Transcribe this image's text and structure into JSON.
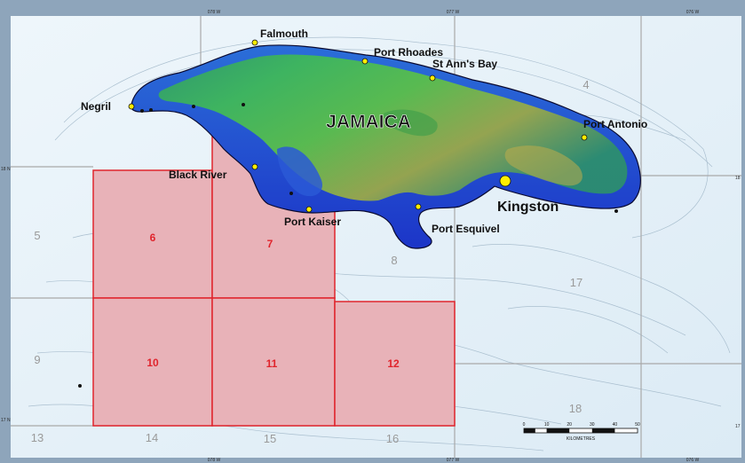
{
  "map": {
    "title": "JAMAICA",
    "grid_labels": {
      "top": [
        "078 W",
        "077 W",
        "076 W"
      ],
      "bottom": [
        "078 W",
        "077 W",
        "076 W"
      ],
      "left": [
        "18 N",
        "17 N"
      ],
      "right": [
        "18",
        "17"
      ]
    },
    "places": [
      {
        "name": "Falmouth"
      },
      {
        "name": "Port Rhoades"
      },
      {
        "name": "St Ann's Bay"
      },
      {
        "name": "Negril"
      },
      {
        "name": "Port Antonio"
      },
      {
        "name": "Black River"
      },
      {
        "name": "Kingston"
      },
      {
        "name": "Port Kaiser"
      },
      {
        "name": "Port Esquivel"
      }
    ],
    "block_labels": {
      "highlighted": [
        "6",
        "7",
        "10",
        "11",
        "12"
      ],
      "other": [
        "4",
        "5",
        "8",
        "9",
        "13",
        "14",
        "15",
        "16",
        "17",
        "18"
      ]
    },
    "scale_bar": {
      "ticks": [
        "0",
        "10",
        "20",
        "30",
        "40",
        "50"
      ],
      "unit": "KILOMETRES"
    },
    "colors": {
      "sea": "#e4f0f8",
      "highlight_fill": "#e8b2b8",
      "highlight_stroke": "#e0242c",
      "block_stroke": "#a9a9a9",
      "island_low": "#1f3fcf",
      "island_high": "#35b45a",
      "town_marker": "#ffee00"
    }
  }
}
